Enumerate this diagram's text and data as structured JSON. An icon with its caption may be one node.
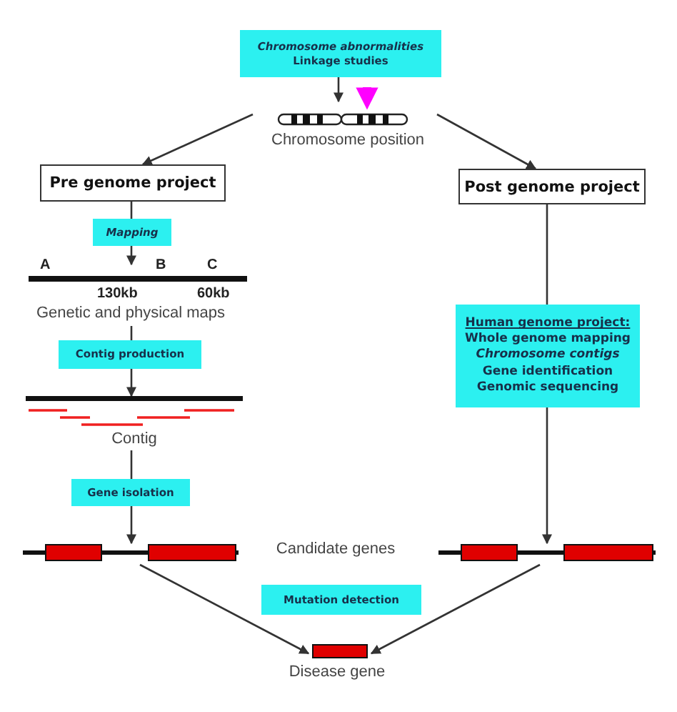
{
  "diagram": {
    "nodes": [
      {
        "text": [
          "Chromosome abnormalities",
          "Linkage studies"
        ]
      },
      {
        "text": [
          "Chromosome position"
        ]
      },
      {
        "text": [
          "Pre genome project"
        ]
      },
      {
        "text": [
          "Post genome project"
        ]
      },
      {
        "text": [
          "Mapping"
        ]
      },
      {
        "text": [
          "A",
          "B",
          "C",
          "130kb",
          "60kb",
          "Genetic and physical maps"
        ]
      },
      {
        "text": [
          "Human genome project:",
          "Whole genome mapping",
          "Chromosome contigs",
          "Gene identification",
          "Genomic sequencing"
        ]
      },
      {
        "text": [
          "Contig production"
        ]
      },
      {
        "text": [
          "Contig"
        ]
      },
      {
        "text": [
          "Gene isolation"
        ]
      },
      {
        "text": [],
        "shape": "bar"
      },
      {
        "text": [],
        "shape": "bar"
      },
      {
        "text": [
          "Mutation detection"
        ]
      },
      {
        "text": [
          "Disease gene"
        ]
      }
    ],
    "edges": [
      {
        "from": 0,
        "to": 1,
        "arrow": "to"
      },
      {
        "from": 0,
        "to": 1,
        "arrow": "to",
        "style": "thick",
        "color": "#ff00ff"
      },
      {
        "from": 1,
        "to": 2,
        "arrow": "to"
      },
      {
        "from": 1,
        "to": 3,
        "arrow": "to"
      },
      {
        "from": 2,
        "to": 4,
        "arrow": "none"
      },
      {
        "from": 4,
        "to": 5,
        "arrow": "to"
      },
      {
        "from": 5,
        "to": 7,
        "arrow": "none"
      },
      {
        "from": 7,
        "to": 8,
        "arrow": "to"
      },
      {
        "from": 8,
        "to": 9,
        "arrow": "none"
      },
      {
        "from": 9,
        "to": 10,
        "arrow": "to"
      },
      {
        "from": 3,
        "to": 6,
        "arrow": "none"
      },
      {
        "from": 6,
        "to": 11,
        "arrow": "to"
      },
      {
        "from": 10,
        "to": 13,
        "arrow": "to"
      },
      {
        "from": 11,
        "to": 13,
        "arrow": "to"
      }
    ],
    "labels": [
      "Candidate genes"
    ]
  }
}
